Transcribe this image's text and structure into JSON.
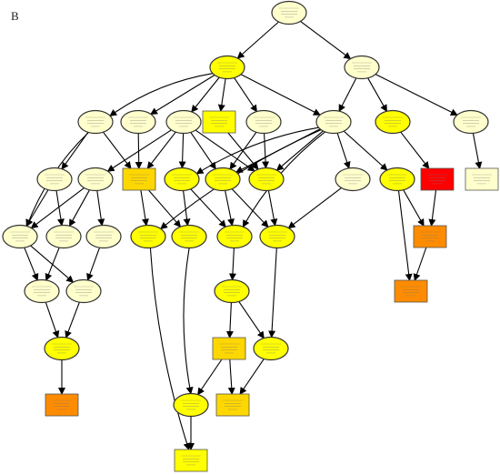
{
  "panel": {
    "label": "B"
  },
  "colors": {
    "pale": "#ffffcc",
    "yellow": "#ffff00",
    "gold": "#ffd700",
    "orange": "#ff8c00",
    "red": "#ff0000",
    "edge": "#000000",
    "border": "#555555"
  },
  "nodes": [
    {
      "id": "n01",
      "shape": "ellipse",
      "color": "pale"
    },
    {
      "id": "n02",
      "shape": "ellipse",
      "color": "yellow"
    },
    {
      "id": "n03",
      "shape": "ellipse",
      "color": "pale"
    },
    {
      "id": "n04",
      "shape": "ellipse",
      "color": "pale"
    },
    {
      "id": "n05",
      "shape": "ellipse",
      "color": "pale"
    },
    {
      "id": "n06",
      "shape": "ellipse",
      "color": "pale"
    },
    {
      "id": "n07",
      "shape": "rect",
      "color": "yellow"
    },
    {
      "id": "n08",
      "shape": "ellipse",
      "color": "pale"
    },
    {
      "id": "n09",
      "shape": "ellipse",
      "color": "pale"
    },
    {
      "id": "n10",
      "shape": "ellipse",
      "color": "yellow"
    },
    {
      "id": "n11",
      "shape": "ellipse",
      "color": "pale"
    },
    {
      "id": "n12",
      "shape": "ellipse",
      "color": "pale"
    },
    {
      "id": "n13",
      "shape": "ellipse",
      "color": "pale"
    },
    {
      "id": "n14",
      "shape": "rect",
      "color": "gold"
    },
    {
      "id": "n15",
      "shape": "ellipse",
      "color": "yellow"
    },
    {
      "id": "n16",
      "shape": "ellipse",
      "color": "yellow"
    },
    {
      "id": "n17",
      "shape": "ellipse",
      "color": "yellow"
    },
    {
      "id": "n18",
      "shape": "ellipse",
      "color": "pale"
    },
    {
      "id": "n19",
      "shape": "ellipse",
      "color": "yellow"
    },
    {
      "id": "n20",
      "shape": "rect",
      "color": "red"
    },
    {
      "id": "n21",
      "shape": "rect",
      "color": "pale"
    },
    {
      "id": "n22",
      "shape": "ellipse",
      "color": "pale"
    },
    {
      "id": "n23",
      "shape": "ellipse",
      "color": "pale"
    },
    {
      "id": "n24",
      "shape": "ellipse",
      "color": "pale"
    },
    {
      "id": "n25",
      "shape": "ellipse",
      "color": "yellow"
    },
    {
      "id": "n26",
      "shape": "ellipse",
      "color": "yellow"
    },
    {
      "id": "n27",
      "shape": "ellipse",
      "color": "yellow"
    },
    {
      "id": "n28",
      "shape": "ellipse",
      "color": "yellow"
    },
    {
      "id": "n29",
      "shape": "rect",
      "color": "orange"
    },
    {
      "id": "n30",
      "shape": "ellipse",
      "color": "pale"
    },
    {
      "id": "n31",
      "shape": "ellipse",
      "color": "pale"
    },
    {
      "id": "n32",
      "shape": "ellipse",
      "color": "yellow"
    },
    {
      "id": "n33",
      "shape": "rect",
      "color": "orange"
    },
    {
      "id": "n34",
      "shape": "ellipse",
      "color": "yellow"
    },
    {
      "id": "n35",
      "shape": "rect",
      "color": "gold"
    },
    {
      "id": "n36",
      "shape": "ellipse",
      "color": "yellow"
    },
    {
      "id": "n37",
      "shape": "rect",
      "color": "orange"
    },
    {
      "id": "n38",
      "shape": "ellipse",
      "color": "yellow"
    },
    {
      "id": "n39",
      "shape": "rect",
      "color": "gold"
    },
    {
      "id": "n40",
      "shape": "rect",
      "color": "yellow"
    }
  ],
  "edges": [
    [
      "n01",
      "n02"
    ],
    [
      "n01",
      "n03"
    ],
    [
      "n02",
      "n04"
    ],
    [
      "n02",
      "n05"
    ],
    [
      "n02",
      "n06"
    ],
    [
      "n02",
      "n07"
    ],
    [
      "n02",
      "n08"
    ],
    [
      "n02",
      "n09"
    ],
    [
      "n03",
      "n09"
    ],
    [
      "n03",
      "n10"
    ],
    [
      "n03",
      "n11"
    ],
    [
      "n04",
      "n12"
    ],
    [
      "n04",
      "n14"
    ],
    [
      "n04",
      "n22"
    ],
    [
      "n05",
      "n14"
    ],
    [
      "n06",
      "n13"
    ],
    [
      "n06",
      "n14"
    ],
    [
      "n06",
      "n15"
    ],
    [
      "n06",
      "n16"
    ],
    [
      "n06",
      "n17"
    ],
    [
      "n07",
      "n17"
    ],
    [
      "n08",
      "n16"
    ],
    [
      "n08",
      "n17"
    ],
    [
      "n09",
      "n15"
    ],
    [
      "n09",
      "n16"
    ],
    [
      "n09",
      "n17"
    ],
    [
      "n09",
      "n18"
    ],
    [
      "n09",
      "n19"
    ],
    [
      "n09",
      "n25"
    ],
    [
      "n09",
      "n27"
    ],
    [
      "n10",
      "n20"
    ],
    [
      "n11",
      "n21"
    ],
    [
      "n12",
      "n22"
    ],
    [
      "n12",
      "n23"
    ],
    [
      "n13",
      "n22"
    ],
    [
      "n13",
      "n23"
    ],
    [
      "n13",
      "n24"
    ],
    [
      "n14",
      "n25"
    ],
    [
      "n14",
      "n26"
    ],
    [
      "n15",
      "n26"
    ],
    [
      "n15",
      "n27"
    ],
    [
      "n16",
      "n27"
    ],
    [
      "n16",
      "n28"
    ],
    [
      "n17",
      "n28"
    ],
    [
      "n18",
      "n28"
    ],
    [
      "n19",
      "n29"
    ],
    [
      "n19",
      "n33"
    ],
    [
      "n20",
      "n29"
    ],
    [
      "n22",
      "n30"
    ],
    [
      "n22",
      "n31"
    ],
    [
      "n23",
      "n30"
    ],
    [
      "n24",
      "n31"
    ],
    [
      "n25",
      "n40"
    ],
    [
      "n26",
      "n38"
    ],
    [
      "n27",
      "n32"
    ],
    [
      "n28",
      "n36"
    ],
    [
      "n29",
      "n33"
    ],
    [
      "n30",
      "n34"
    ],
    [
      "n31",
      "n34"
    ],
    [
      "n32",
      "n35"
    ],
    [
      "n32",
      "n36"
    ],
    [
      "n34",
      "n37"
    ],
    [
      "n35",
      "n38"
    ],
    [
      "n35",
      "n39"
    ],
    [
      "n36",
      "n39"
    ],
    [
      "n38",
      "n40"
    ]
  ]
}
